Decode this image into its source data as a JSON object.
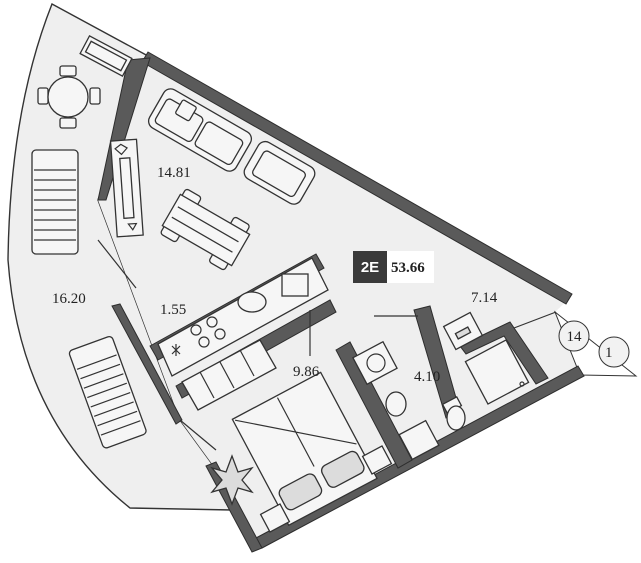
{
  "unit": {
    "code": "2E",
    "total_area": "53.66",
    "code_bg": "#3a3a3a"
  },
  "rooms": {
    "terrace": "16.20",
    "living": "14.81",
    "kitchen": "1.55",
    "bedroom": "9.86",
    "bathroom": "4.10",
    "hall": "7.14"
  },
  "neighbor": {
    "number": "14",
    "number_partial": "1"
  }
}
